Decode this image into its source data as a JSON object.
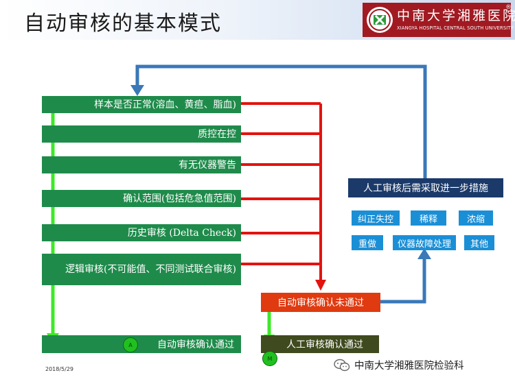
{
  "slide": {
    "title": "自动审核的基本模式",
    "logo": {
      "name_cn": "中南大学湘雅医院",
      "name_en": "XIANGYA HOSPITAL CENTRAL SOUTH UNIVERSITY",
      "registered_mark": "®"
    }
  },
  "steps": [
    "样本是否正常(溶血、黄疸、脂血)",
    "质控在控",
    "有无仪器警告",
    "确认范围(包括危急值范围)",
    "历史审核 (Delta Check)",
    "逻辑审核(不可能值、不同测试联合审核)"
  ],
  "results": {
    "auto_pass": "自动审核确认通过",
    "auto_pass_badge": "A",
    "auto_fail": "自动审核确认未通过",
    "manual_pass": "人工审核确认通过",
    "manual_pass_badge": "M"
  },
  "measures": {
    "header": "人工审核后需采取进一步措施",
    "items": [
      "纠正失控",
      "稀释",
      "浓缩",
      "重做",
      "仪器故障处理",
      "其他"
    ]
  },
  "footer": {
    "date": "2018/5/29",
    "source": "中南大学湘雅医院检验科"
  },
  "colors": {
    "step_green": "#1f8b4b",
    "flow_red": "#e3130f",
    "flow_blue": "#3a78b8",
    "flow_green": "#3ee82a",
    "measure_blue": "#1b8fd6",
    "measure_head": "#1b3a6a",
    "logo_red": "#a11a22"
  }
}
